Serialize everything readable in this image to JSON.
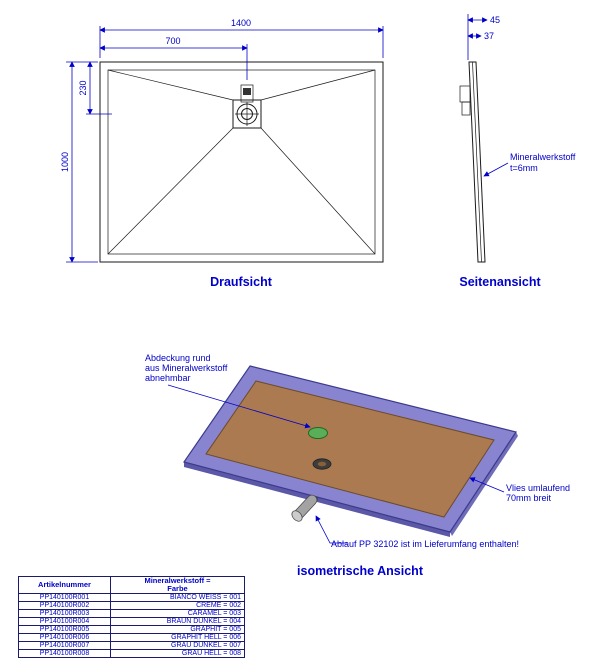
{
  "views": {
    "top": {
      "label": "Draufsicht"
    },
    "side": {
      "label": "Seitenansicht"
    },
    "iso": {
      "label": "isometrische Ansicht"
    }
  },
  "dimensions": {
    "top_width": "1400",
    "drain_offset_x": "700",
    "drain_offset_y": "230",
    "top_height": "1000",
    "side_total": "45",
    "side_panel": "37"
  },
  "annotations": {
    "mineral": {
      "line1": "Mineralwerkstoff",
      "line2": "t=6mm"
    },
    "cover": {
      "line1": "Abdeckung rund",
      "line2": "aus Mineralwerkstoff",
      "line3": "abnehmbar"
    },
    "vlies": {
      "line1": "Vlies umlaufend",
      "line2": "70mm breit"
    },
    "drain_note": "Ablauf PP 32102 ist im Lieferumfang enthalten!"
  },
  "table": {
    "headers": {
      "col1": "Artikelnummer",
      "col2_line1": "Mineralwerkstoff =",
      "col2_line2": "Farbe"
    },
    "rows": [
      [
        "PP140100R001",
        "BIANCO WEISS = 001"
      ],
      [
        "PP140100R002",
        "CREME = 002"
      ],
      [
        "PP140100R003",
        "CARAMEL = 003"
      ],
      [
        "PP140100R004",
        "BRAUN DUNKEL = 004"
      ],
      [
        "PP140100R005",
        "GRAPHIT = 005"
      ],
      [
        "PP140100R006",
        "GRAPHIT HELL = 006"
      ],
      [
        "PP140100R007",
        "GRAU DUNKEL = 007"
      ],
      [
        "PP140100R008",
        "GRAU HELL = 008"
      ]
    ]
  },
  "colors": {
    "accent_blue": "#0000c8",
    "label_blue": "#0000cd",
    "line_black": "#1a1a1a",
    "vlies_purple": "#8884cf",
    "tray_brown": "#ab7a50",
    "cover_green": "#5aae5a"
  }
}
